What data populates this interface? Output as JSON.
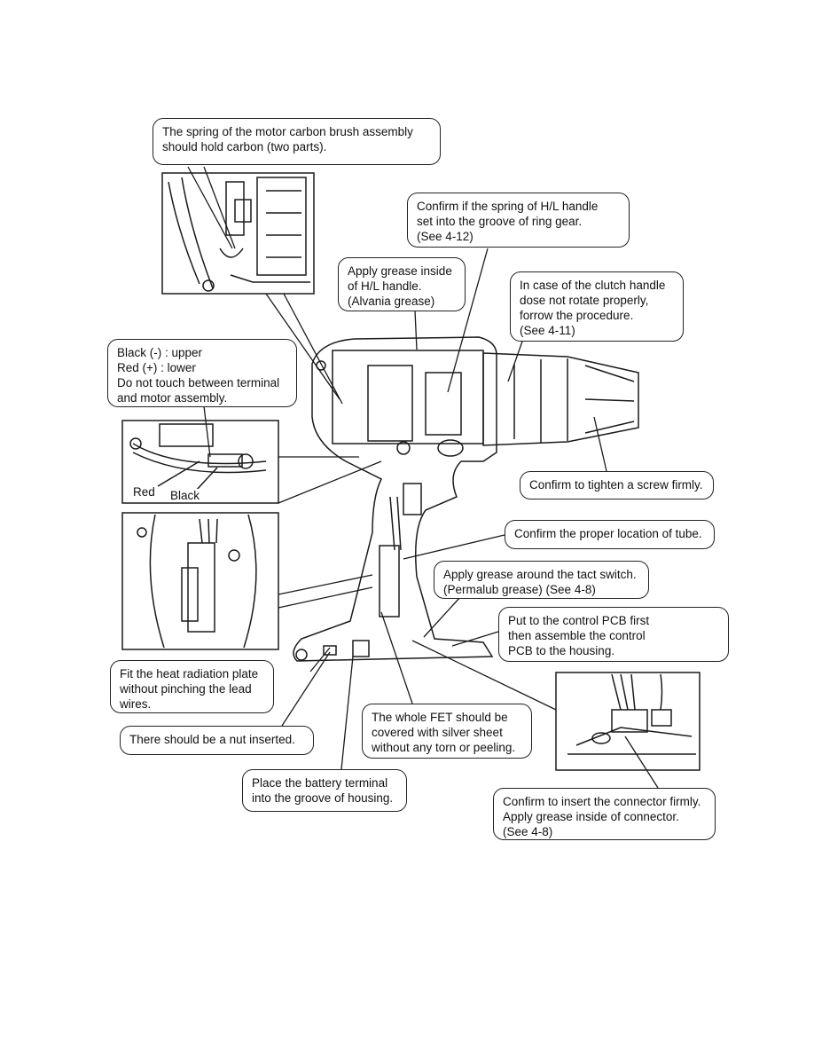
{
  "callouts": {
    "carbon_brush": "The spring of the motor carbon brush assembly\nshould hold carbon (two parts).",
    "hl_spring": "Confirm if the spring of H/L handle\nset into the groove of ring gear.\n(See 4-12)",
    "grease_hl": "Apply grease inside\nof H/L handle.\n(Alvania grease)",
    "clutch": "In case of the clutch handle\ndose not rotate properly,\nforrow the procedure.\n(See 4-11)",
    "terminal_wires": "Black (-) : upper\nRed (+) : lower\nDo not touch between terminal\nand motor assembly.",
    "screw": "Confirm to tighten a screw firmly.",
    "tube": "Confirm the proper location of tube.",
    "tact_switch": "Apply grease around the tact switch.\n(Permalub grease) (See 4-8)",
    "control_pcb": "Put to the control PCB first\nthen assemble the control\nPCB to the housing.",
    "heat_plate": "Fit the heat radiation plate\nwithout pinching the lead\nwires.",
    "nut": "There should be a nut inserted.",
    "fet": "The whole FET should be\ncovered with silver sheet\nwithout any torn or peeling.",
    "battery_terminal": "Place the battery terminal\ninto the groove of housing.",
    "connector": "Confirm to insert the connector firmly.\nApply grease inside of connector.\n(See 4-8)"
  },
  "labels": {
    "red": "Red",
    "black": "Black"
  }
}
